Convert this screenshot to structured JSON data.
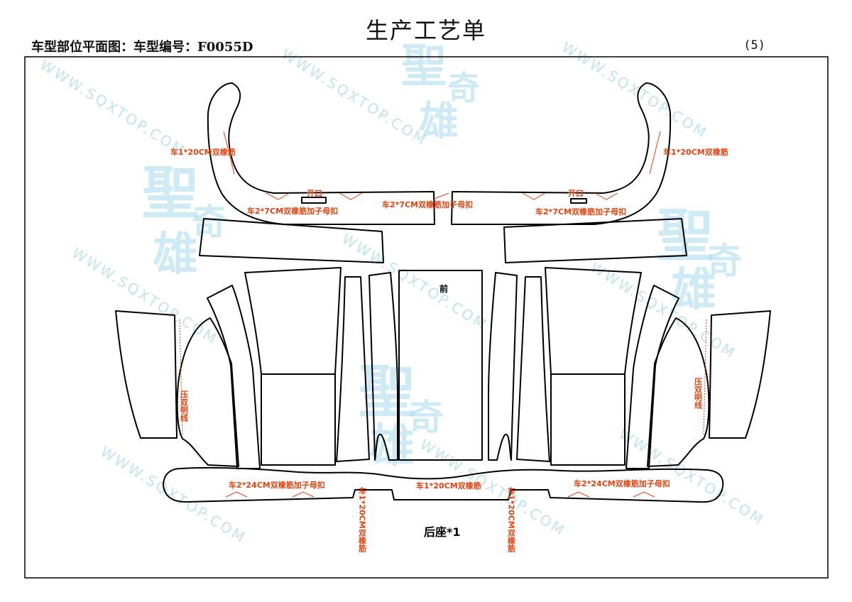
{
  "header": {
    "title": "生产工艺单",
    "subtitle": "车型部位平面图：车型编号：F0055D",
    "page_number": "(5)"
  },
  "labels": {
    "seam_20_left": "车1*20CM双橡筋",
    "seam_20_right": "车1*20CM双橡筋",
    "opening_left": "开口",
    "opening_right": "开口",
    "elastic_7_left": "车2*7CM双橡筋加子母扣",
    "elastic_7_center": "车2*7CM双橡筋加子母扣",
    "elastic_7_right": "车2*7CM双橡筋加子母扣",
    "front": "前",
    "double_stitch_left": "压双明线",
    "double_stitch_right": "压双明线",
    "elastic_24_left": "车2*24CM双橡筋加子母扣",
    "elastic_24_right": "车2*24CM双橡筋加子母扣",
    "center_bottom_seam": "车1*20CM双橡筋",
    "vertical_seam_left": "车1*20CM双橡筋",
    "vertical_seam_right": "车1*20CM双橡筋",
    "rear_seat": "后座*1"
  },
  "watermark": {
    "url_text": "WWW.SQXTOP.COM",
    "logo_big": "聖",
    "logo_small_1": "奇",
    "logo_small_2": "雄"
  },
  "colors": {
    "annotation": "#e8420f",
    "watermark": "#9fd6e8",
    "outline": "#000000"
  }
}
